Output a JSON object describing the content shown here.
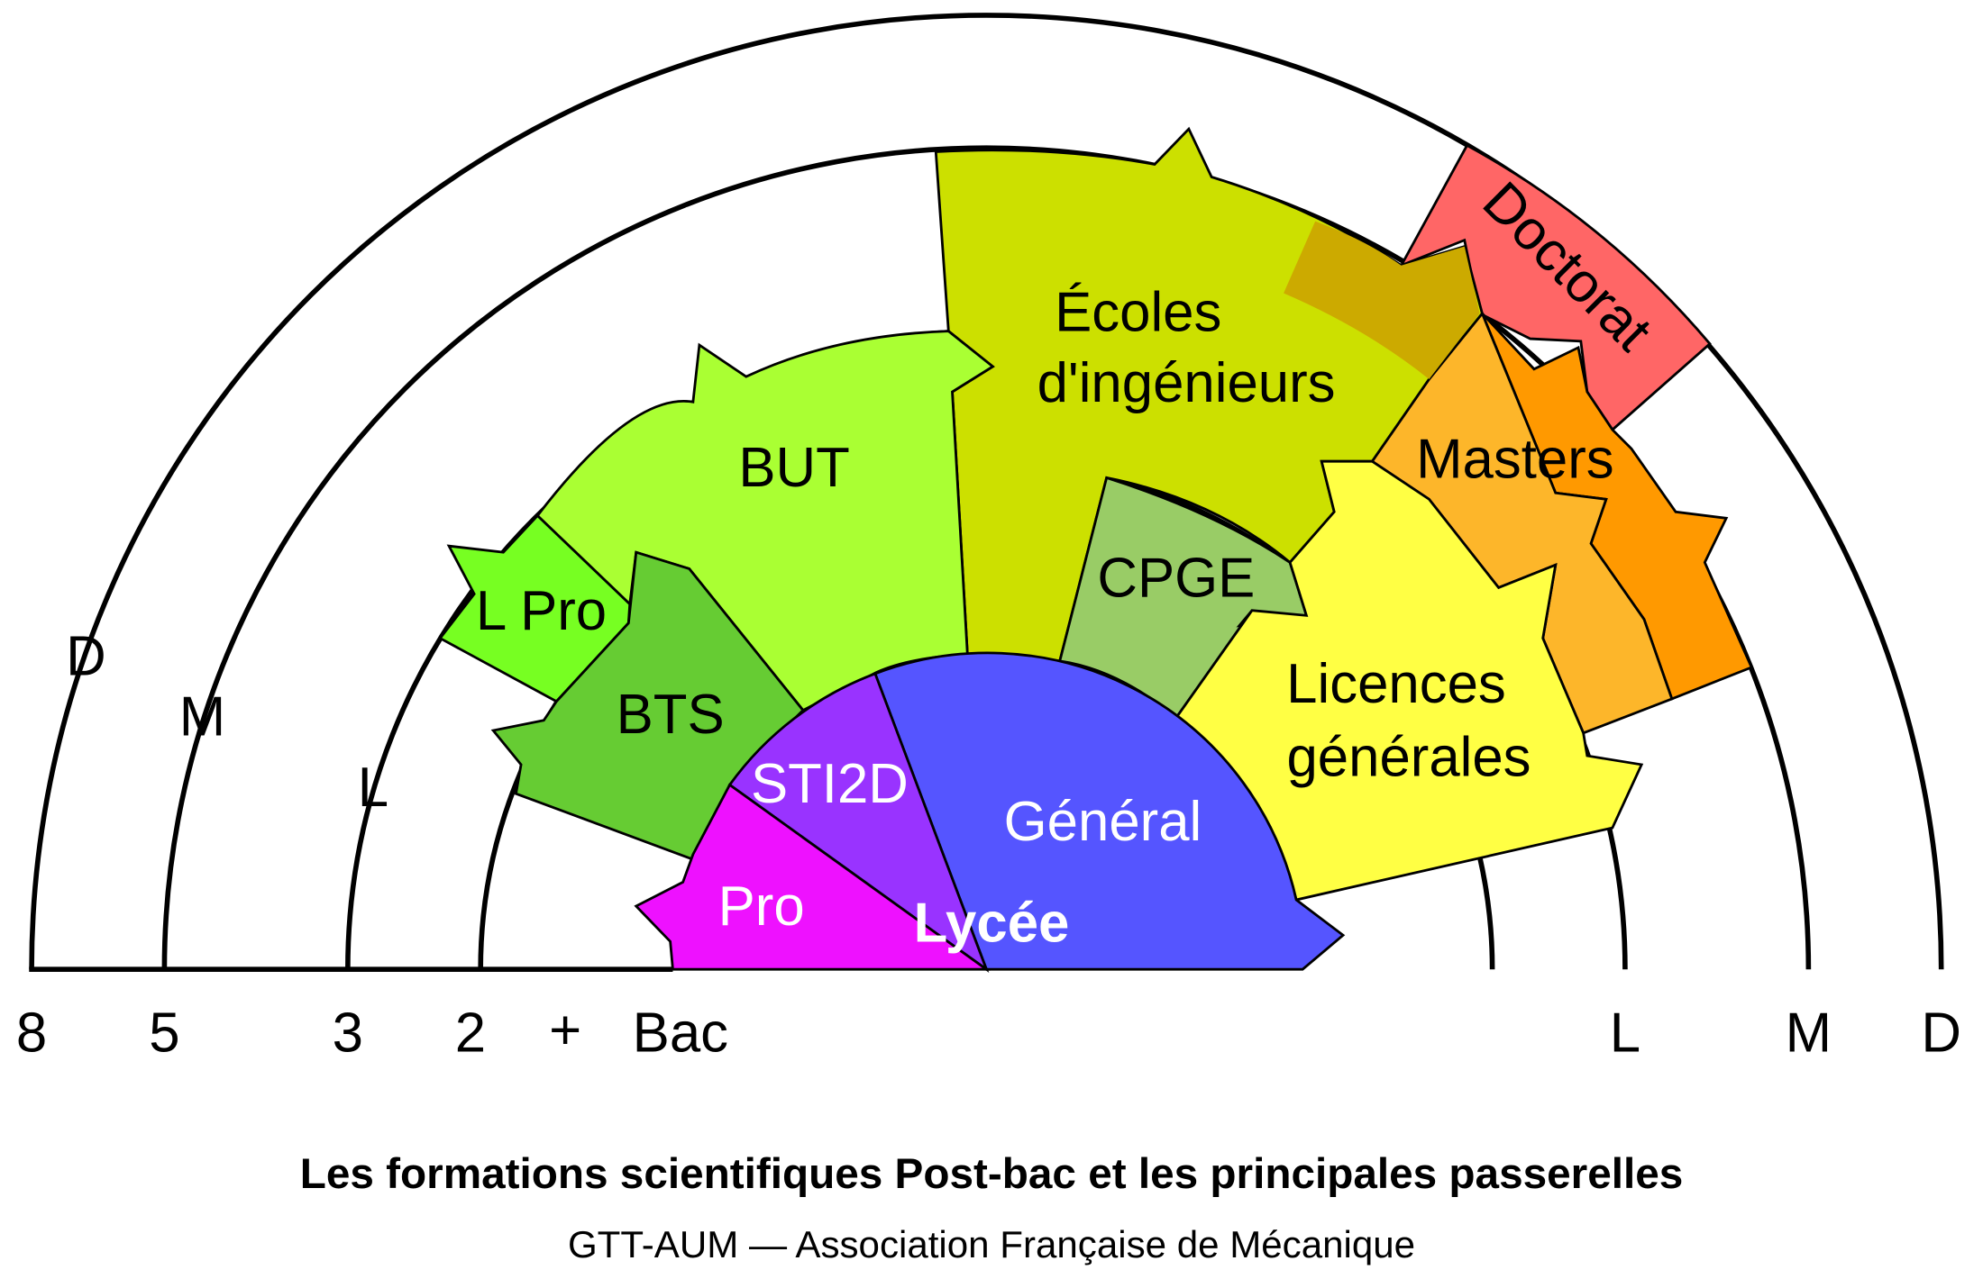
{
  "colors": {
    "doctorat": "#FF6666",
    "masters_outer": "#FF9900",
    "masters_inner": "#FDB62A",
    "ecoles": "#CCE000",
    "overlap": "#CCAA00",
    "but": "#AAFF33",
    "lpro": "#77FF22",
    "bts": "#66CC33",
    "cpge": "#99CC66",
    "licences": "#FFFF44",
    "general": "#5555FF",
    "sti2d": "#9933FF",
    "pro": "#EE11FF"
  },
  "formations": {
    "doctorat": "Doctorat",
    "masters": "Masters",
    "ecoles_line1": "Écoles",
    "ecoles_line2": "d'ingénieurs",
    "but": "BUT",
    "lpro": "L Pro",
    "bts": "BTS",
    "cpge": "CPGE",
    "licences_line1": "Licences",
    "licences_line2": "générales",
    "general": "Général",
    "sti2d": "STI2D",
    "pro": "Pro",
    "lycee": "Lycée"
  },
  "arc_labels": {
    "d": "D",
    "m": "M",
    "l": "L"
  },
  "axis_left": [
    "8",
    "5",
    "3",
    "2",
    "+",
    "Bac"
  ],
  "axis_right": [
    "L",
    "M",
    "D"
  ],
  "title": "Les formations scientifiques Post-bac et les principales passerelles",
  "subtitle": "GTT-AUM — Association Française de Mécanique"
}
